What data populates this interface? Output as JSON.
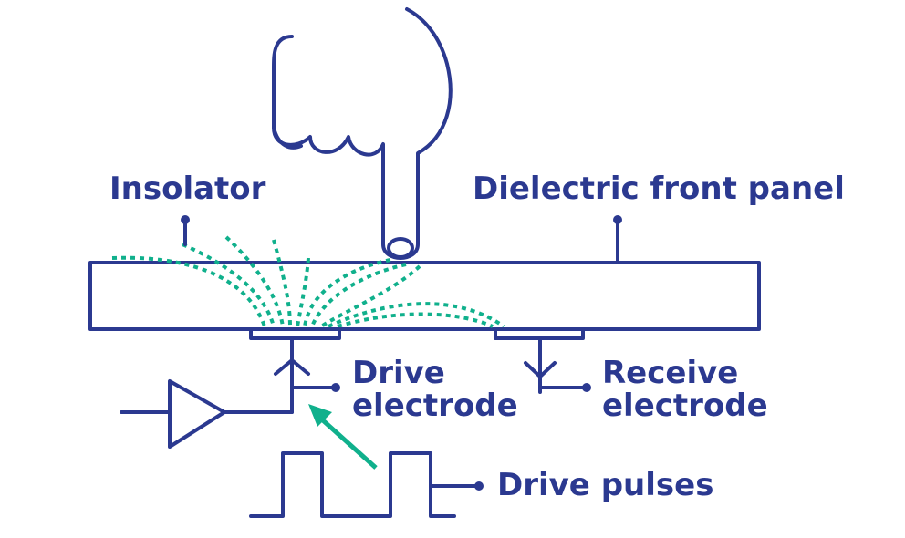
{
  "labels": {
    "insolator": "Insolator",
    "dielectric": "Dielectric front panel",
    "drive_electrode_1": "Drive",
    "drive_electrode_2": "electrode",
    "receive_electrode_1": "Receive",
    "receive_electrode_2": "electrode",
    "drive_pulses": "Drive pulses"
  },
  "colors": {
    "ink": "#2b3990",
    "field": "#10b08c",
    "background": "#ffffff"
  },
  "icons": {
    "finger": "finger-icon",
    "amplifier": "amplifier-triangle-icon",
    "pulse": "square-wave-icon"
  }
}
